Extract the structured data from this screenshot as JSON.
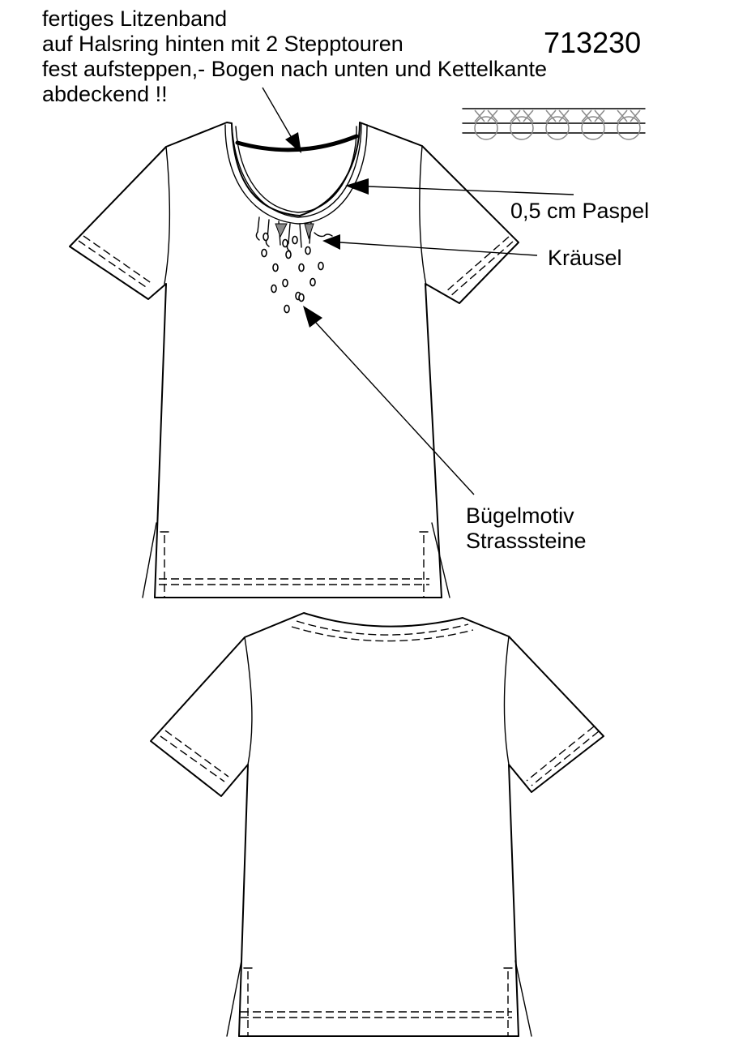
{
  "annotations": {
    "main_note": [
      "fertiges Litzenband",
      "auf Halsring hinten mit 2 Stepptouren",
      "fest aufsteppen,- Bogen nach unten und Kettelkante",
      "abdeckend !!"
    ],
    "article_number": "713230",
    "paspel_label": "0,5 cm Paspel",
    "kraeusel_label": "Kräusel",
    "motif_label": [
      "Bügelmotiv",
      "Strasssteine"
    ]
  },
  "colors": {
    "line": "#000000",
    "background": "#ffffff",
    "detail_gray": "#8a8a8a"
  },
  "icons": [
    "braid-sample-icon",
    "callout-arrow-icon",
    "rhinestone-icon"
  ]
}
